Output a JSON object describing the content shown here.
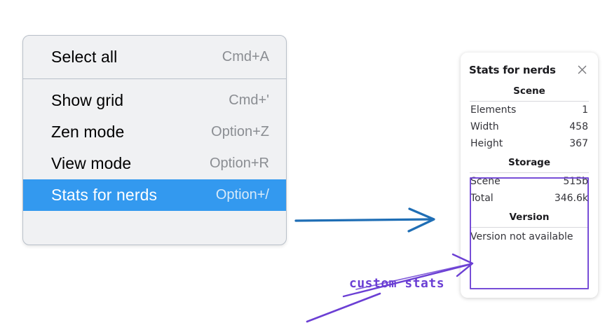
{
  "context_menu": {
    "groups": [
      {
        "items": [
          {
            "label": "Select all",
            "shortcut": "Cmd+A",
            "selected": false
          }
        ]
      },
      {
        "items": [
          {
            "label": "Show grid",
            "shortcut": "Cmd+'",
            "selected": false
          },
          {
            "label": "Zen mode",
            "shortcut": "Option+Z",
            "selected": false
          },
          {
            "label": "View mode",
            "shortcut": "Option+R",
            "selected": false
          },
          {
            "label": "Stats for nerds",
            "shortcut": "Option+/",
            "selected": true
          }
        ]
      }
    ],
    "highlight_color": "#3399ef"
  },
  "stats_panel": {
    "title": "Stats for nerds",
    "close_icon": "close-icon",
    "sections": [
      {
        "heading": "Scene",
        "rows": [
          {
            "label": "Elements",
            "value": "1"
          },
          {
            "label": "Width",
            "value": "458"
          },
          {
            "label": "Height",
            "value": "367"
          }
        ]
      },
      {
        "heading": "Storage",
        "rows": [
          {
            "label": "Scene",
            "value": "515b"
          },
          {
            "label": "Total",
            "value": "346.6k"
          }
        ]
      },
      {
        "heading": "Version",
        "rows": [],
        "note": "Version not available"
      }
    ]
  },
  "annotations": {
    "blue_arrow": {
      "name": "blue-arrow",
      "color": "#1f6eb5"
    },
    "purple_arrow": {
      "name": "purple-arrow",
      "color": "#6b3fd4"
    },
    "purple_box": {
      "name": "custom-stats-highlight-box",
      "color": "#6b3fd4"
    },
    "handwritten_label": "custom stats"
  }
}
